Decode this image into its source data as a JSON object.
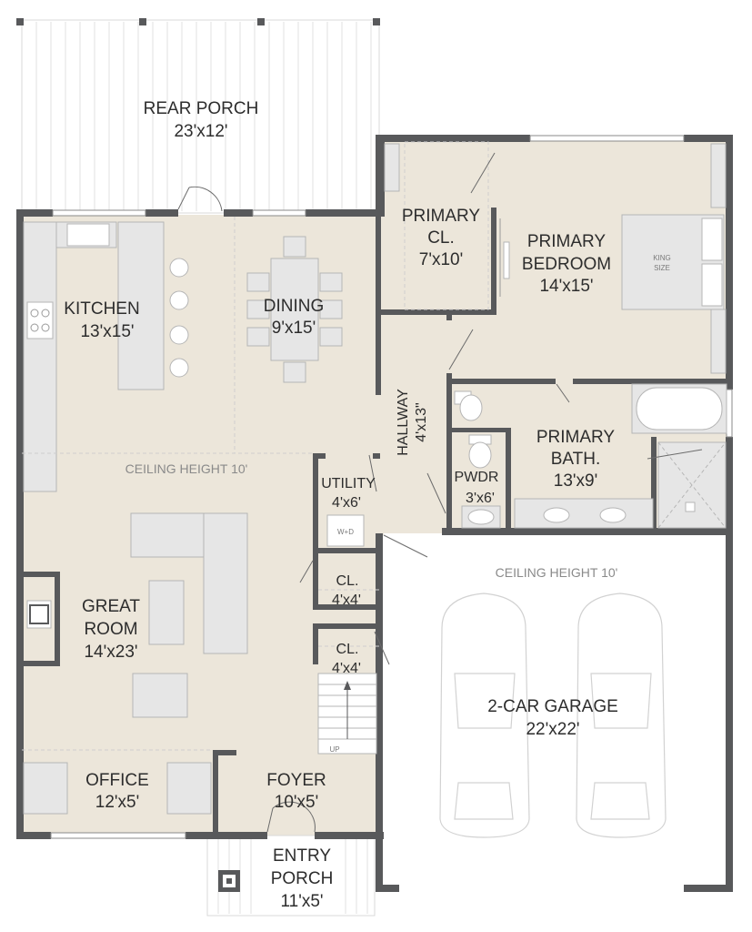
{
  "plan": {
    "rooms": {
      "rear_porch": {
        "name": "REAR PORCH",
        "size": "23'x12'"
      },
      "kitchen": {
        "name": "KITCHEN",
        "size": "13'x15'"
      },
      "dining": {
        "name": "DINING",
        "size": "9'x15'"
      },
      "primary_closet": {
        "name_line1": "PRIMARY",
        "name_line2": "CL.",
        "size": "7'x10'"
      },
      "primary_bedroom": {
        "name_line1": "PRIMARY",
        "name_line2": "BEDROOM",
        "size": "14'x15'"
      },
      "hallway": {
        "name": "HALLWAY",
        "size": "4'x13\""
      },
      "primary_bath": {
        "name_line1": "PRIMARY",
        "name_line2": "BATH.",
        "size": "13'x9'"
      },
      "utility": {
        "name": "UTILITY",
        "size": "4'x6'"
      },
      "powder": {
        "name": "PWDR",
        "size": "3'x6'"
      },
      "closet_upper": {
        "name": "CL.",
        "size": "4'x4'"
      },
      "closet_lower": {
        "name": "CL.",
        "size": "4'x4'"
      },
      "great_room": {
        "name_line1": "GREAT",
        "name_line2": "ROOM",
        "size": "14'x23'"
      },
      "garage": {
        "name": "2-CAR GARAGE",
        "size": "22'x22'"
      },
      "office": {
        "name": "OFFICE",
        "size": "12'x5'"
      },
      "foyer": {
        "name": "FOYER",
        "size": "10'x5'"
      },
      "entry_porch": {
        "name_line1": "ENTRY",
        "name_line2": "PORCH",
        "size": "11'x5'"
      }
    },
    "notes": {
      "ceiling_main": "CEILING HEIGHT 10'",
      "ceiling_garage": "CEILING HEIGHT 10'",
      "bed_label_line1": "KING",
      "bed_label_line2": "SIZE",
      "washer_dryer": "W+D",
      "stair_up": "UP"
    },
    "colors": {
      "wall": "#58595b",
      "floor": "#ece6da",
      "fixture": "#e6e6e6"
    }
  }
}
